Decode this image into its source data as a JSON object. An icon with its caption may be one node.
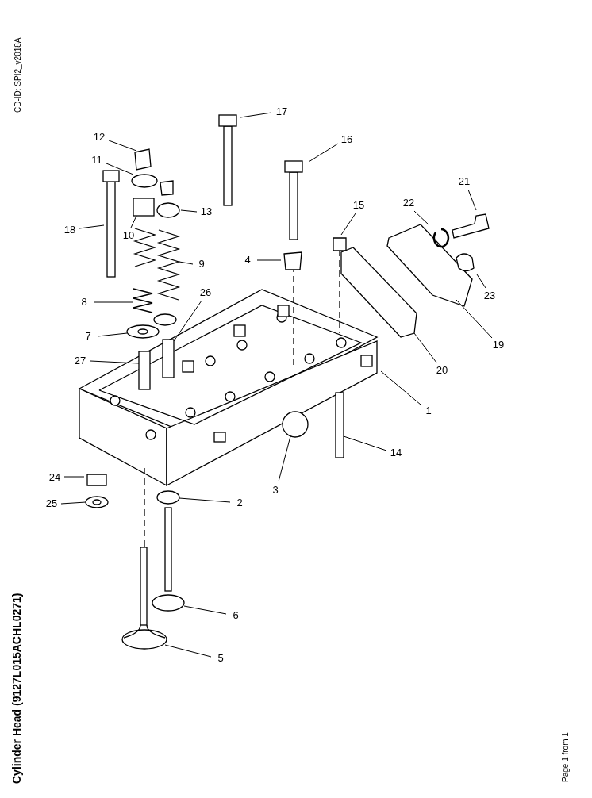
{
  "diagram": {
    "title": "Cylinder Head (9127L015ACHL0271)",
    "nodes": [
      {
        "text": [
          "17"
        ]
      },
      {
        "text": [
          "12"
        ]
      },
      {
        "text": [
          "16"
        ]
      },
      {
        "text": [
          "11"
        ]
      },
      {
        "text": [
          "21"
        ]
      },
      {
        "text": [
          "22"
        ]
      },
      {
        "text": [
          "13"
        ]
      },
      {
        "text": [
          "15"
        ]
      },
      {
        "text": [
          "18"
        ]
      },
      {
        "text": [
          "10"
        ]
      },
      {
        "text": [
          "4"
        ]
      },
      {
        "text": [
          "9"
        ]
      },
      {
        "text": [
          "23"
        ]
      },
      {
        "text": [
          "19"
        ]
      },
      {
        "text": [
          "8"
        ]
      },
      {
        "text": [
          "26"
        ]
      },
      {
        "text": [
          "7"
        ]
      },
      {
        "text": [
          "20"
        ]
      },
      {
        "text": [
          "27"
        ]
      },
      {
        "text": [
          "1"
        ]
      },
      {
        "text": [
          "14"
        ]
      },
      {
        "text": [
          "3"
        ]
      },
      {
        "text": [
          "24"
        ]
      },
      {
        "text": [
          "2"
        ]
      },
      {
        "text": [
          "25"
        ]
      },
      {
        "text": [
          "6"
        ]
      },
      {
        "text": [
          "5"
        ]
      }
    ],
    "edges": [
      {
        "from": 0,
        "to": null,
        "arrow": "none"
      },
      {
        "from": 1,
        "to": null,
        "arrow": "none"
      },
      {
        "from": 2,
        "to": null,
        "arrow": "none"
      },
      {
        "from": 3,
        "to": null,
        "arrow": "none"
      },
      {
        "from": 4,
        "to": null,
        "arrow": "none"
      },
      {
        "from": 5,
        "to": null,
        "arrow": "none"
      },
      {
        "from": 6,
        "to": null,
        "arrow": "none"
      },
      {
        "from": 7,
        "to": null,
        "arrow": "none"
      },
      {
        "from": 8,
        "to": null,
        "arrow": "none"
      },
      {
        "from": 9,
        "to": null,
        "arrow": "none"
      },
      {
        "from": 10,
        "to": null,
        "arrow": "none"
      },
      {
        "from": 11,
        "to": null,
        "arrow": "none"
      },
      {
        "from": 12,
        "to": null,
        "arrow": "none"
      },
      {
        "from": 13,
        "to": null,
        "arrow": "none"
      },
      {
        "from": 14,
        "to": null,
        "arrow": "none"
      },
      {
        "from": 15,
        "to": null,
        "arrow": "none"
      },
      {
        "from": 16,
        "to": null,
        "arrow": "none"
      },
      {
        "from": 17,
        "to": null,
        "arrow": "none"
      },
      {
        "from": 18,
        "to": null,
        "arrow": "none"
      },
      {
        "from": 19,
        "to": null,
        "arrow": "none"
      },
      {
        "from": 20,
        "to": null,
        "arrow": "none"
      },
      {
        "from": 21,
        "to": null,
        "arrow": "none"
      },
      {
        "from": 22,
        "to": null,
        "arrow": "none"
      },
      {
        "from": 23,
        "to": null,
        "arrow": "none"
      },
      {
        "from": 24,
        "to": null,
        "arrow": "none"
      },
      {
        "from": 25,
        "to": null,
        "arrow": "none"
      },
      {
        "from": 26,
        "to": null,
        "arrow": "none"
      }
    ],
    "labels": [
      "CD-ID: SPI2_v2018A",
      "Page 1 from 1"
    ]
  }
}
